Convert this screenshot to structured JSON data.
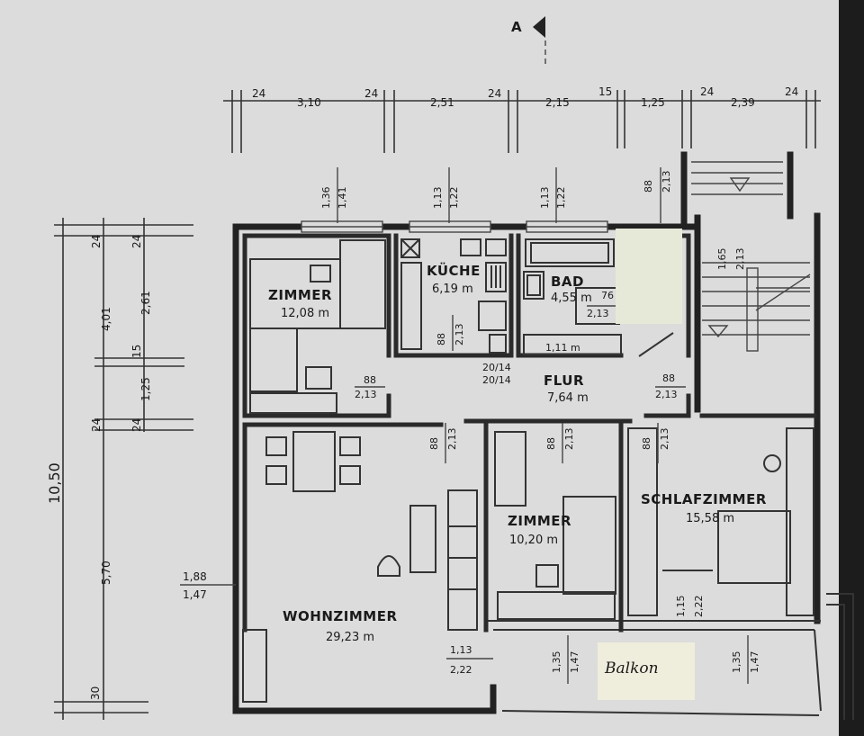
{
  "section_marker": "A",
  "rooms": {
    "zimmer_nw": {
      "name": "ZIMMER",
      "area": "12,08 m"
    },
    "kueche": {
      "name": "KÜCHE",
      "area": "6,19 m"
    },
    "bad": {
      "name": "BAD",
      "area": "4,55 m"
    },
    "flur": {
      "name": "FLUR",
      "area": "7,64 m"
    },
    "wohnzimmer": {
      "name": "WOHNZIMMER",
      "area": "29,23 m"
    },
    "zimmer_mid": {
      "name": "ZIMMER",
      "area": "10,20 m"
    },
    "schlafzimmer": {
      "name": "SCHLAFZIMMER",
      "area": "15,58 m"
    },
    "balkon": {
      "name": "Balkon"
    }
  },
  "top_dims": [
    "24",
    "3,10",
    "24",
    "2,51",
    "24",
    "2,15",
    "15",
    "1,25",
    "24",
    "2,39",
    "24"
  ],
  "left_dims": {
    "total": "10,50",
    "outer": [
      "24",
      "4,01",
      "24",
      "5,70",
      "30"
    ],
    "inner": [
      "24",
      "2,61",
      "15",
      "1,25",
      "24"
    ]
  },
  "openings": {
    "w_zimmer": [
      "1,36",
      "1,41"
    ],
    "w_kueche": [
      "1,13",
      "1,22"
    ],
    "w_bad": [
      "1,13",
      "1,22"
    ],
    "w_stair": [
      "88",
      "2,13"
    ],
    "d_zimmer": [
      "88",
      "2,13"
    ],
    "d_kueche": [
      "88",
      "2,13"
    ],
    "d_bad": [
      "76",
      "2,13"
    ],
    "d_flur_r": [
      "88",
      "2,13"
    ],
    "d_wohn": [
      "88",
      "2,13"
    ],
    "d_zim2": [
      "88",
      "2,13"
    ],
    "d_schlaf": [
      "88",
      "2,13"
    ],
    "stair_side": [
      "1,65",
      "2,13"
    ],
    "w_wohn_left": [
      "1,88",
      "1,47"
    ],
    "w_wohn_bal": [
      "1,13",
      "2,22"
    ],
    "w_zim_bal": [
      "1,35",
      "1,47"
    ],
    "w_schlaf_bal": [
      "1,35",
      "1,47"
    ],
    "w_schlaf_in": [
      "1,15",
      "2,22"
    ],
    "flur_cabinet": [
      "20/14",
      "20/14"
    ],
    "bad_nische": "1,11 m"
  },
  "colors": {
    "paper": "#dcdcdc",
    "ink": "#1c1c1c",
    "note": "#efeedd"
  }
}
